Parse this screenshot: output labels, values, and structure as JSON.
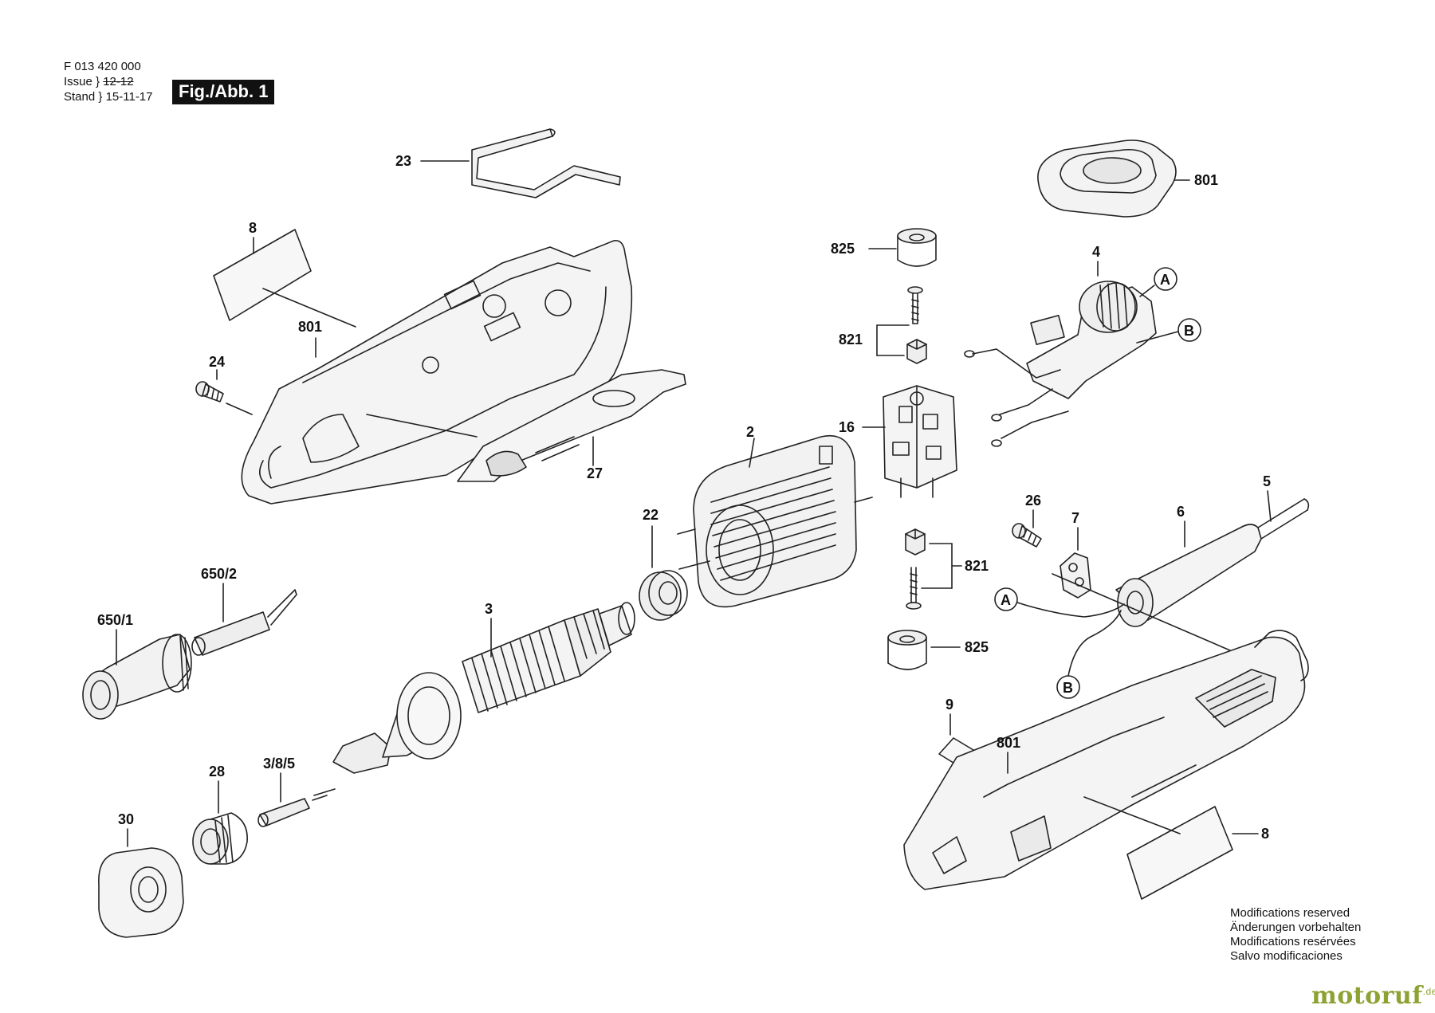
{
  "header": {
    "doc_number": "F 013 420 000",
    "issue_label": "Issue",
    "issue_value": "12-12",
    "stand_label": "Stand",
    "stand_value": "15-11-17",
    "figure_badge": "Fig./Abb. 1"
  },
  "parts": {
    "p23": "23",
    "p801_top": "801",
    "p8_left": "8",
    "p801_housing_left": "801",
    "p24": "24",
    "p27": "27",
    "p825_top": "825",
    "p4": "4",
    "pA_top": "A",
    "pB_top": "B",
    "p821_top": "821",
    "p16": "16",
    "p2": "2",
    "p22": "22",
    "p650_2": "650/2",
    "p650_1": "650/1",
    "p3": "3",
    "p26": "26",
    "p7": "7",
    "p6": "6",
    "p5": "5",
    "p821_bottom": "821",
    "pA_bottom": "A",
    "p825_bottom": "825",
    "pB_bottom": "B",
    "p9": "9",
    "p801_housing_right": "801",
    "p3_8_5": "3/8/5",
    "p28": "28",
    "p30": "30",
    "p8_right": "8"
  },
  "notes": [
    "Modifications reserved",
    "Änderungen vorbehalten",
    "Modifications resérvées",
    "Salvo modificaciones"
  ],
  "watermark": {
    "text": "motoruf",
    "suffix": ".de"
  }
}
